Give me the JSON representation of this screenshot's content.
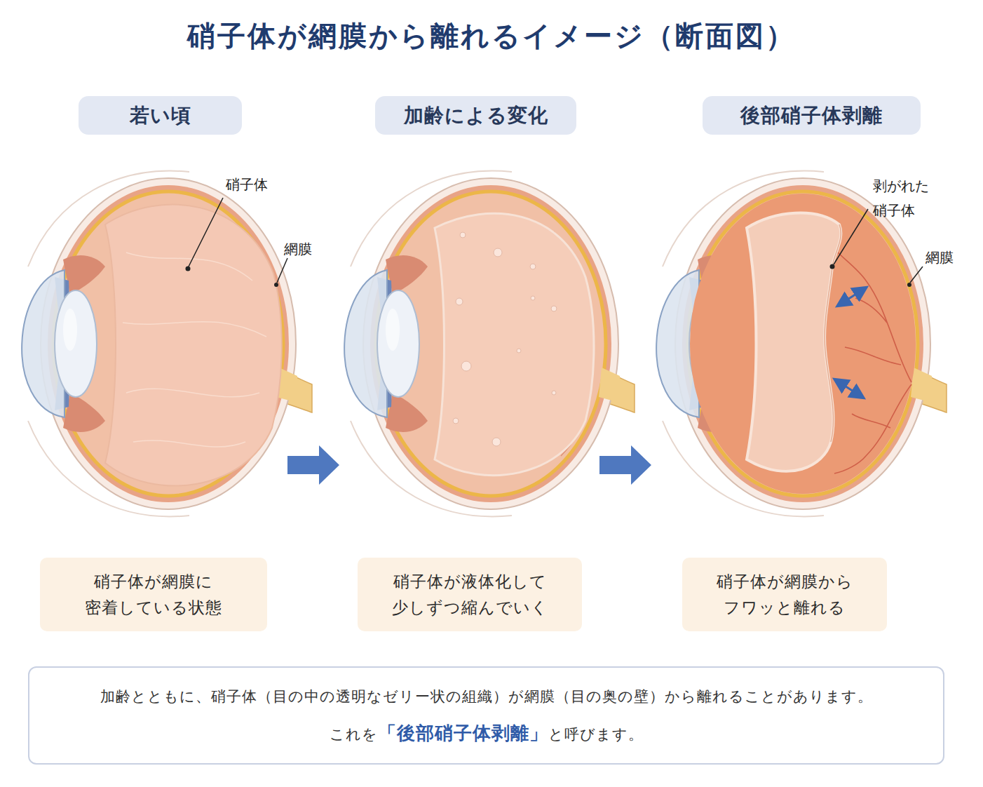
{
  "diagram": {
    "title": "硝子体が網膜から離れるイメージ（断面図）",
    "nodes": [
      {
        "text": [
          "若い頃"
        ]
      },
      {
        "text": [
          "加齢による変化"
        ]
      },
      {
        "text": [
          "後部硝子体剥離"
        ]
      },
      {
        "text": [
          "硝子体が網膜に 密着している状態"
        ]
      },
      {
        "text": [
          "硝子体が液体化して 少しずつ縮んでいく"
        ]
      },
      {
        "text": [
          "硝子体が網膜から フワッと離れる"
        ]
      },
      {
        "text": [
          "加齢とともに、硝子体（目の中の透明なゼリー状の組織）が網膜（目の奥の壁）から離れることがあります。",
          "これを",
          "「後部硝子体剥離」",
          "と呼びます。"
        ]
      }
    ],
    "labels": [
      "硝子体",
      "網膜",
      "剥がれた 硝子体",
      "網膜"
    ]
  }
}
